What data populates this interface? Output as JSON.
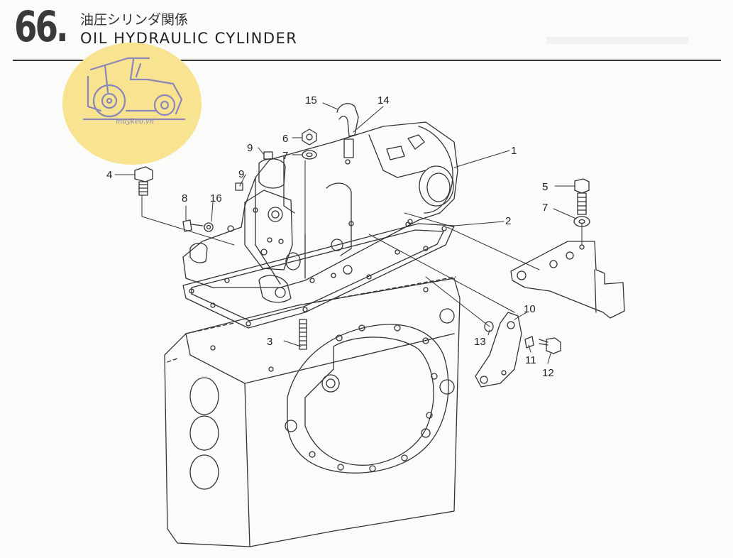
{
  "section_number": "66.",
  "title_jp": "油圧シリンダ関係",
  "title_en": "OIL HYDRAULIC CYLINDER",
  "watermark_text": "maykeo.vn",
  "callouts": [
    "1",
    "2",
    "3",
    "4",
    "5",
    "6",
    "7",
    "7",
    "8",
    "9",
    "9",
    "10",
    "11",
    "12",
    "13",
    "14",
    "15",
    "16"
  ],
  "colors": {
    "ink": "#333333",
    "watermark": "#f7e08a",
    "watermark_icon": "#8a86b8"
  }
}
